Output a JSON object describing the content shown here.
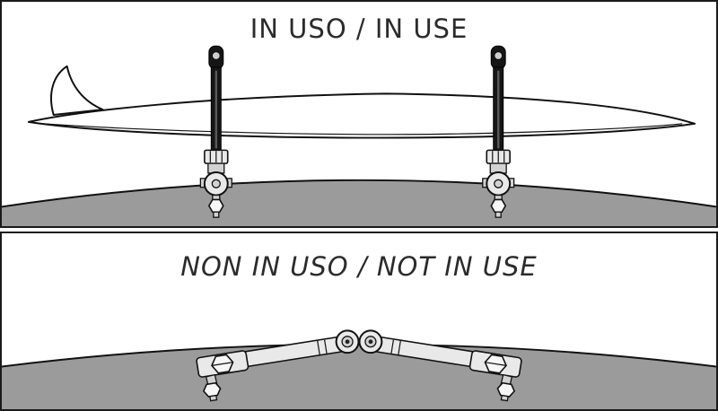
{
  "panels": {
    "in_use": {
      "title": "IN USO / IN USE"
    },
    "not_in_use": {
      "title": "NON IN USO / NOT IN USE"
    }
  },
  "illustrations": {
    "in_use": {
      "components": [
        "surfboard",
        "surfboard-fin",
        "rack-post-left",
        "rack-post-right",
        "roof-bar",
        "clamp-ring",
        "hex-bolt"
      ]
    },
    "not_in_use": {
      "components": [
        "folded-rack-arm-left",
        "folded-rack-arm-right",
        "rack-hinge",
        "end-clamp-left",
        "end-clamp-right",
        "hex-bolt-left",
        "hex-bolt-right",
        "roof-bar"
      ]
    }
  },
  "colors": {
    "panel_border": "#1a1a1a",
    "line": "#111111",
    "roof_gray": "#9b9b9b",
    "metal": "#e9e9e9",
    "metal_dark": "#d2d2d2",
    "ink": "#2b2b2b",
    "post_black": "#161616"
  }
}
